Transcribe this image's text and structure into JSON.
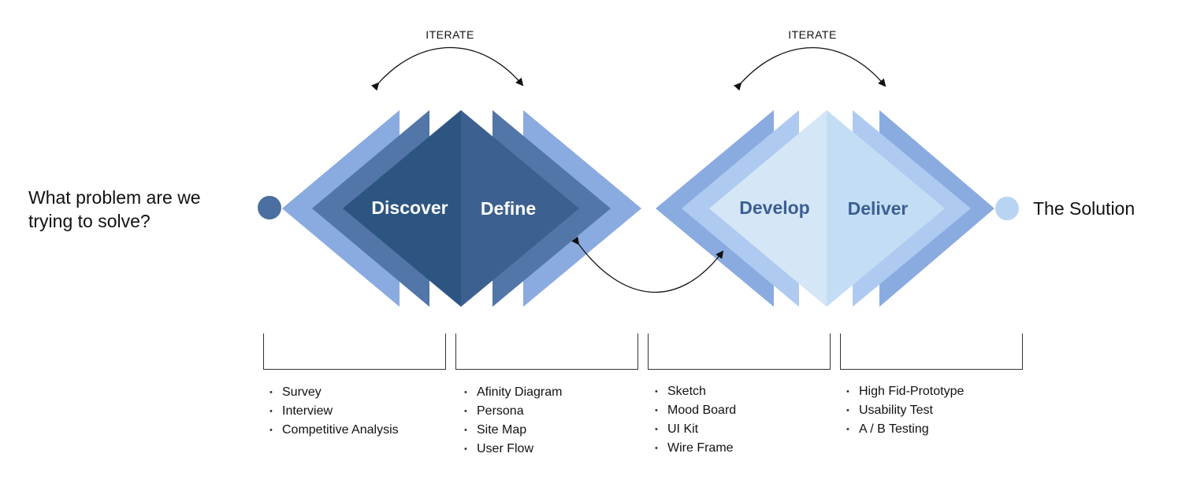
{
  "problem": "What problem are we\ntrying to solve?",
  "solution": "The Solution",
  "iterate_left": "ITERATE",
  "iterate_right": "ITERATE",
  "phases": [
    {
      "name": "Discover",
      "items": [
        "Survey",
        "Interview",
        "Competitive Analysis"
      ]
    },
    {
      "name": "Define",
      "items": [
        "Afinity Diagram",
        "Persona",
        "Site Map",
        "User Flow"
      ]
    },
    {
      "name": "Develop",
      "items": [
        "Sketch",
        "Mood Board",
        "UI Kit",
        "Wire Frame"
      ]
    },
    {
      "name": "Deliver",
      "items": [
        "High Fid-Prototype",
        "Usability Test",
        "A / B Testing"
      ]
    }
  ],
  "colors": {
    "left_outer": "#8aabe0",
    "left_mid": "#5276a8",
    "left_inner_left": "#2d5582",
    "left_inner_right": "#3c6090",
    "right_outer": "#8aabe0",
    "right_mid": "#aecaf0",
    "right_inner_left": "#d5e6f7",
    "right_inner_right": "#c3def4",
    "label_light": "#ffffff",
    "label_dark": "#3b5f92",
    "start_dot": "#4a6fa0",
    "end_dot": "#b9d3f2"
  }
}
